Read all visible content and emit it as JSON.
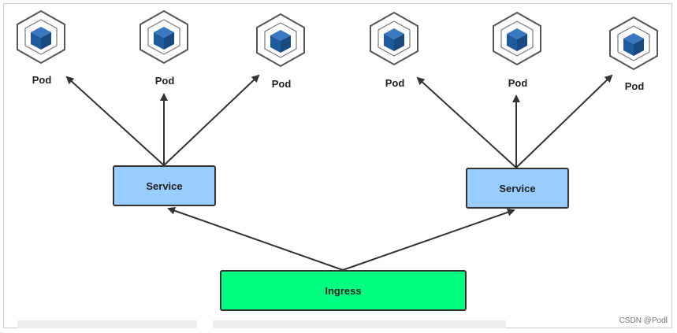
{
  "colors": {
    "service_fill": "#99ccff",
    "ingress_fill": "#00ff80",
    "arrow": "#333333",
    "cube_blue": "#1f5a9a",
    "hex_outline": "#555555"
  },
  "icon": "kubernetes-pod-cube-icon",
  "ingress": {
    "label": "Ingress"
  },
  "services": [
    {
      "label": "Service"
    },
    {
      "label": "Service"
    }
  ],
  "pods": [
    {
      "label": "Pod"
    },
    {
      "label": "Pod"
    },
    {
      "label": "Pod"
    },
    {
      "label": "Pod"
    },
    {
      "label": "Pod"
    },
    {
      "label": "Pod"
    }
  ],
  "watermark": "CSDN @Pod𝄃"
}
